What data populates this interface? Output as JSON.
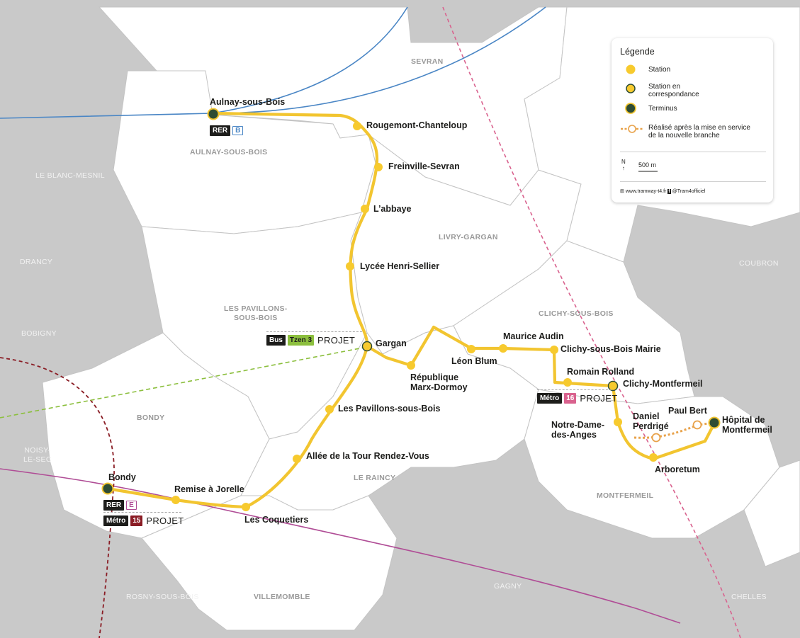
{
  "colors": {
    "background": "#c9c9c9",
    "commune_fill": "#ffffff",
    "tram_line": "#f2c530",
    "station": "#f7ca2e",
    "terminus": "#2e4c34",
    "rer_b": "#4a86c5",
    "rer_e": "#b04d96",
    "metro_15": "#8a1c24",
    "metro_16": "#d9628e",
    "tzen3": "#8cbf3e"
  },
  "communes_main": [
    {
      "id": "sevran",
      "label": "SEVRAN"
    },
    {
      "id": "aulnay",
      "label": "AULNAY-SOUS-BOIS"
    },
    {
      "id": "livry",
      "label": "LIVRY-GARGAN"
    },
    {
      "id": "pavillons",
      "label": "LES PAVILLONS-\nSOUS-BOIS"
    },
    {
      "id": "clichy",
      "label": "CLICHY-SOUS-BOIS"
    },
    {
      "id": "bondy",
      "label": "BONDY"
    },
    {
      "id": "raincy",
      "label": "LE RAINCY"
    },
    {
      "id": "montfermeil",
      "label": "MONTFERMEIL"
    },
    {
      "id": "villemomble",
      "label": "VILLEMOMBLE"
    }
  ],
  "communes_other": [
    {
      "id": "blancmesnil",
      "label": "LE BLANC-MESNIL"
    },
    {
      "id": "drancy",
      "label": "DRANCY"
    },
    {
      "id": "bobigny",
      "label": "BOBIGNY"
    },
    {
      "id": "noisy",
      "label": "NOISY-\nLE-SEC"
    },
    {
      "id": "rosny",
      "label": "ROSNY-SOUS-BOIS"
    },
    {
      "id": "gagny",
      "label": "GAGNY"
    },
    {
      "id": "chelles",
      "label": "CHELLES"
    },
    {
      "id": "coubron",
      "label": "COUBRON"
    }
  ],
  "stations": [
    {
      "id": "aulnay",
      "label": "Aulnay-sous-Bois"
    },
    {
      "id": "rougemont",
      "label": "Rougemont-Chanteloup"
    },
    {
      "id": "freinville",
      "label": "Freinville-Sevran"
    },
    {
      "id": "abbaye",
      "label": "L’abbaye"
    },
    {
      "id": "lycee",
      "label": "Lycée Henri-Sellier"
    },
    {
      "id": "gargan",
      "label": "Gargan"
    },
    {
      "id": "republique",
      "label": "République\nMarx-Dormoy"
    },
    {
      "id": "leonblum",
      "label": "Léon Blum"
    },
    {
      "id": "mauriceaudin",
      "label": "Maurice Audin"
    },
    {
      "id": "clichymairie",
      "label": "Clichy-sous-Bois Mairie"
    },
    {
      "id": "romainrolland",
      "label": "Romain Rolland"
    },
    {
      "id": "clichymontfermeil",
      "label": "Clichy-Montfermeil"
    },
    {
      "id": "notredame",
      "label": "Notre-Dame-\ndes-Anges"
    },
    {
      "id": "danielperdrige",
      "label": "Daniel\nPerdrigé"
    },
    {
      "id": "paulbert",
      "label": "Paul Bert"
    },
    {
      "id": "hopital",
      "label": "Hôpital de\nMontfermeil"
    },
    {
      "id": "arboretum",
      "label": "Arboretum"
    },
    {
      "id": "pavillonsstn",
      "label": "Les Pavillons-sous-Bois"
    },
    {
      "id": "alleetour",
      "label": "Allée de la Tour Rendez-Vous"
    },
    {
      "id": "coquetiers",
      "label": "Les Coquetiers"
    },
    {
      "id": "remise",
      "label": "Remise à Jorelle"
    },
    {
      "id": "bondystn",
      "label": "Bondy"
    }
  ],
  "correspondances": {
    "aulnay": {
      "mode": "RER",
      "line": "B"
    },
    "gargan": {
      "mode": "Bus",
      "line": "Tzen 3",
      "status": "PROJET"
    },
    "clichymontfermeil": {
      "mode": "Métro",
      "line": "16",
      "status": "PROJET"
    },
    "bondy_rer": {
      "mode": "RER",
      "line": "E"
    },
    "bondy_metro": {
      "mode": "Métro",
      "line": "15",
      "status": "PROJET"
    }
  },
  "legend": {
    "title": "Légende",
    "station": "Station",
    "correspondance": "Station en\ncorrespondance",
    "terminus": "Terminus",
    "future_branch": "Réalisé après la mise en service\nde la nouvelle branche",
    "north": "N",
    "scale": "500 m",
    "website": "www.tramway-t4.fr",
    "social": "@Tram4officiel"
  }
}
